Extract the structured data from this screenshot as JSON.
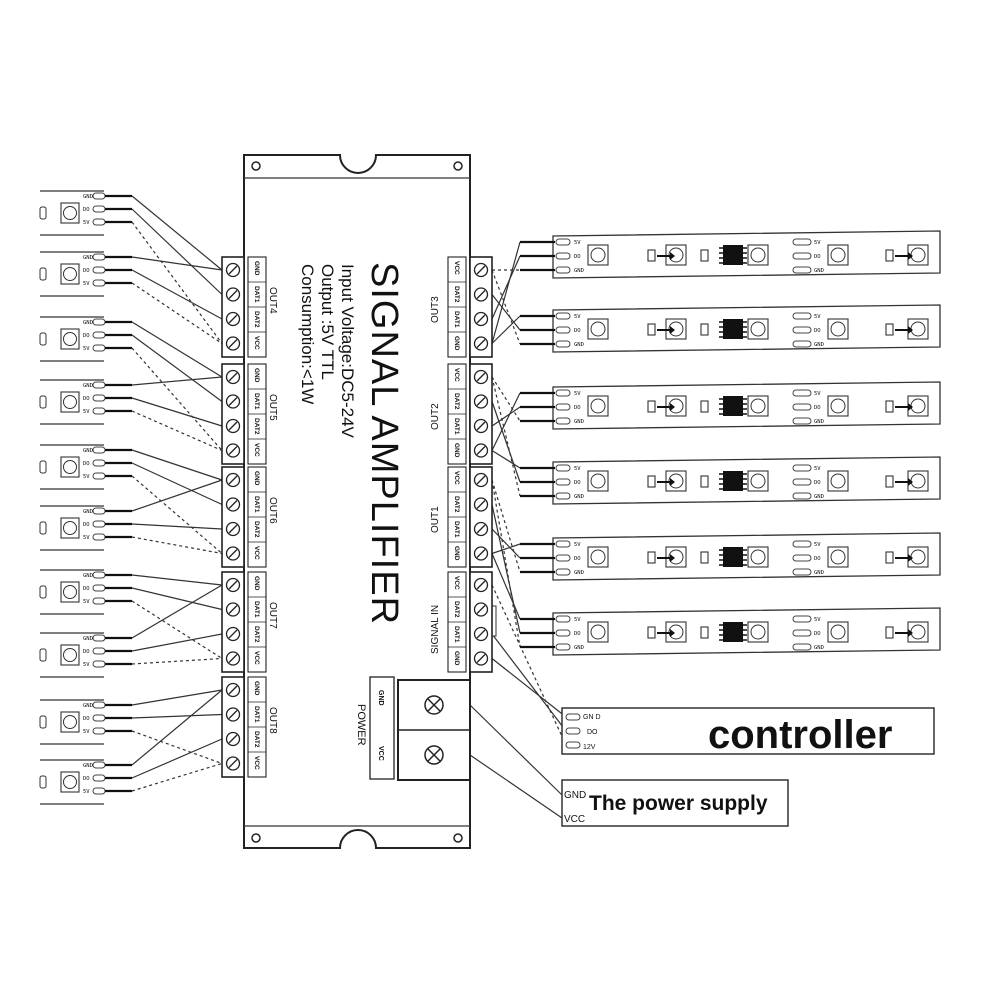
{
  "device": {
    "title": "SIGNAL AMPLIFIER",
    "specs": [
      "Input Voltage:DC5-24V",
      "Output :5V  TTL",
      "Consumption:<1W"
    ],
    "power_label": "POWER",
    "power_pins": [
      "GND",
      "VCC"
    ]
  },
  "ports": {
    "left": [
      {
        "label": "OUT4",
        "pins": [
          "GND",
          "DAT1",
          "DAT2",
          "VCC"
        ]
      },
      {
        "label": "OUT5",
        "pins": [
          "GND",
          "DAT1",
          "DAT2",
          "VCC"
        ]
      },
      {
        "label": "OUT6",
        "pins": [
          "GND",
          "DAT1",
          "DAT2",
          "VCC"
        ]
      },
      {
        "label": "OUT7",
        "pins": [
          "GND",
          "DAT1",
          "DAT2",
          "VCC"
        ]
      },
      {
        "label": "OUT8",
        "pins": [
          "GND",
          "DAT1",
          "DAT2",
          "VCC"
        ]
      }
    ],
    "right": [
      {
        "label": "OUT3",
        "pins": [
          "VCC",
          "DAT2",
          "DAT1",
          "GND"
        ]
      },
      {
        "label": "OUT2",
        "pins": [
          "VCC",
          "DAT2",
          "DAT1",
          "GND"
        ]
      },
      {
        "label": "OUT1",
        "pins": [
          "VCC",
          "DAT2",
          "DAT1",
          "GND"
        ]
      },
      {
        "label": "SIGNAL IN",
        "pins": [
          "VCC",
          "DAT2",
          "DAT1",
          "GND"
        ]
      }
    ]
  },
  "strip_pins": [
    "GND",
    "DO",
    "5V"
  ],
  "controller": {
    "label": "controller",
    "pins": [
      "GN D",
      "DO",
      "12V"
    ]
  },
  "power_supply": {
    "label": "The power supply",
    "pins": [
      "GND",
      "VCC"
    ]
  }
}
